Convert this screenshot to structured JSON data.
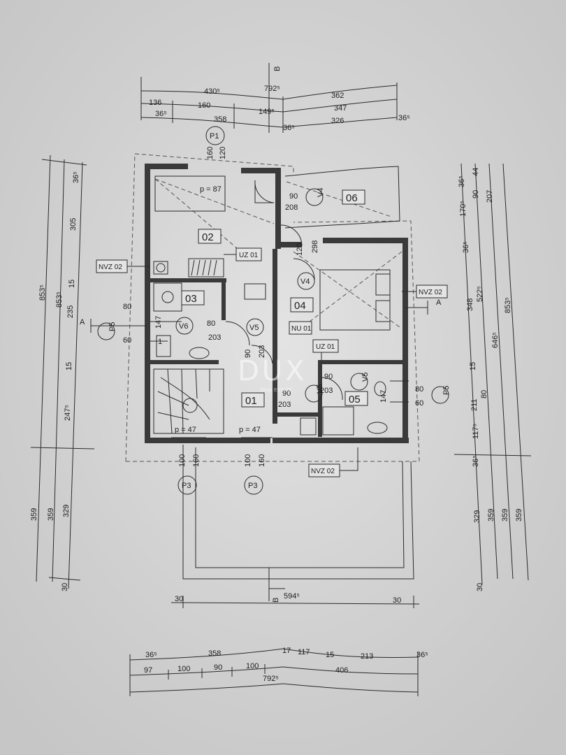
{
  "dims_top": {
    "row1": [
      "430⁵",
      "792⁵",
      "362"
    ],
    "row2": [
      "136",
      "160",
      "149⁵",
      "347"
    ],
    "row3": [
      "36⁵",
      "358",
      "36⁵",
      "326",
      "36⁵"
    ]
  },
  "dims_bottom": {
    "row1": [
      "36⁵",
      "358",
      "17",
      "117",
      "15",
      "213",
      "36⁵"
    ],
    "row2": [
      "97",
      "100",
      "90",
      "100",
      "406"
    ],
    "row3": [
      "792⁵"
    ],
    "lower": [
      "30",
      "594⁵",
      "30"
    ]
  },
  "dims_left": {
    "col_outer": [
      "853⁵",
      "359"
    ],
    "col_mid": [
      "853⁵",
      "359"
    ],
    "col_inner": [
      "36⁵",
      "305",
      "15",
      "235",
      "15",
      "247⁵",
      "329",
      "30"
    ]
  },
  "dims_right": {
    "col_inner": [
      "36⁵",
      "170⁵",
      "36⁵",
      "348",
      "15",
      "211",
      "117⁵",
      "36⁵",
      "329",
      "30"
    ],
    "col_2": [
      "44",
      "90",
      "522⁵",
      "80",
      "359"
    ],
    "col_3": [
      "207",
      "646⁵",
      "359"
    ],
    "col_outer": [
      "853⁵",
      "359"
    ]
  },
  "sections": {
    "b_label": "B",
    "a_label": "A"
  },
  "rooms": [
    "01",
    "02",
    "03",
    "04",
    "05",
    "06"
  ],
  "tags": {
    "nvz": "NVZ 02",
    "uz": "UZ 01",
    "nu": "NU 01"
  },
  "markers": {
    "p1": "P1",
    "p3": "P3",
    "p5": "P5",
    "v4": "V4",
    "v5": "V5",
    "v6": "V6"
  },
  "annotations": {
    "p87": "p = 87",
    "p47": "p = 47",
    "d160": "160",
    "d120": "120",
    "d90": "90",
    "d208": "208",
    "d298": "298",
    "d80": "80",
    "d60": "60",
    "d147": "147",
    "d203": "203",
    "d100": "100",
    "d1": "1"
  },
  "watermark": "DUX",
  "watermark_sub": "REAL ESTATE"
}
